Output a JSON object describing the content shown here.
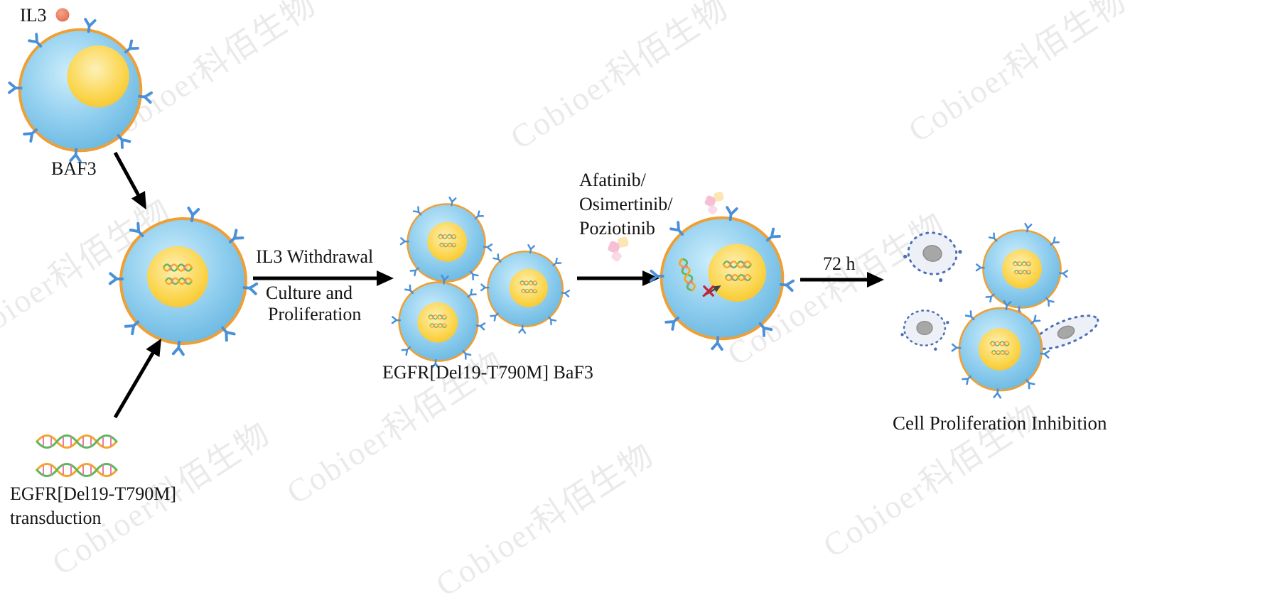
{
  "watermark": {
    "text": "Cobioer科佰生物"
  },
  "labels": {
    "il3": "IL3",
    "baf3": "BAF3",
    "il3_withdrawal": "IL3 Withdrawal",
    "culture_line1": "Culture and",
    "culture_line2": "Proliferation",
    "egfr_baf3": "EGFR[Del19-T790M] BaF3",
    "drug_line1": "Afatinib/",
    "drug_line2": "Osimertinib/",
    "drug_line3": "Poziotinib",
    "duration": "72 h",
    "transduction_line1": "EGFR[Del19-T790M]",
    "transduction_line2": "transduction",
    "result": "Cell Proliferation Inhibition"
  },
  "colors": {
    "cell_membrane": "#ef9f33",
    "cell_body": "#7cc4ea",
    "nucleus": "#fbd448",
    "receptor": "#4a90d9",
    "il3_ligand": "#e8795a",
    "dna_strand_a": "#f5a623",
    "dna_strand_b": "#5cb85c",
    "dna_rung": "#e87bb0",
    "dying_cell_border": "#4d6fb8",
    "dying_cell_nucleus": "#a7a7a7",
    "drug_pink": "#f6b8d0",
    "drug_yellow": "#fce3a8",
    "arrow": "#000000"
  }
}
